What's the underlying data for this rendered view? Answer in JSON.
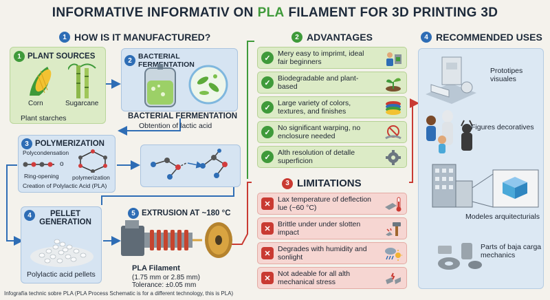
{
  "title": {
    "part1": "INFORMATIVE INFORMATIV ON",
    "highlight": "PLA",
    "part2": "FILAMENT FOR 3D PRINTING 3D"
  },
  "sections": {
    "manufacture": {
      "num": "1",
      "title": "HOW IS IT MANUFACTURED?"
    },
    "advantages": {
      "num": "2",
      "title": "ADVANTAGES"
    },
    "limitations": {
      "num": "3",
      "title": "LIMITATIONS"
    },
    "uses": {
      "num": "4",
      "title": "RECOMMENDED USES"
    }
  },
  "steps": {
    "plant": {
      "num": "1",
      "title": "PLANT SOURCES",
      "corn": "Corn",
      "sugarcane": "Sugarcane",
      "caption": "Plant starches"
    },
    "fermentation": {
      "num": "2",
      "title": "BACTERIAL FERMENTATION",
      "caption_title": "BACTERIAL FERMENTATION",
      "caption": "Obtention of lactic acid"
    },
    "polymerization": {
      "num": "3",
      "title": "POLYMERIZATION",
      "polycondensation": "Polycondensation",
      "o": "o",
      "ring_opening": "Ring-opening",
      "polymerization": "polymerization",
      "caption": "Creation of Polylactic Acid (PLA)"
    },
    "pellet": {
      "num": "4",
      "title_line1": "PELLET",
      "title_line2": "GENERATION",
      "caption": "Polylactic acid pellets"
    },
    "extrusion": {
      "num": "5",
      "title": "EXTRUSION AT ~180 °C",
      "filament_title": "PLA Filament",
      "diameter": "(1.75 mm or 2.85 mm)",
      "tolerance": "Tolerance:  ±0.05 mm"
    }
  },
  "advantages": [
    {
      "text": "Mery easy to imprimt, ideal fair beginners",
      "icon": "person-printer-icon"
    },
    {
      "text": "Biodegradable and plant-based",
      "icon": "sprout-icon"
    },
    {
      "text": "Large variety of colors, textures, and finishes",
      "icon": "filament-spools-icon"
    },
    {
      "text": "No significant warping, no enclosure needed",
      "icon": "no-warping-icon"
    },
    {
      "text": "Alth resolution of detalle superficion",
      "icon": "gear-icon"
    }
  ],
  "limitations": [
    {
      "text": "Lax temperature of deflection lue (~60 °C)",
      "icon": "thermometer-icon"
    },
    {
      "text": "Brittle under under slotten impact",
      "icon": "hammer-icon"
    },
    {
      "text": "Degrades with humidity and sonlight",
      "icon": "weather-icon"
    },
    {
      "text": "Not adeable for all alth mechanical stress",
      "icon": "broken-part-icon"
    }
  ],
  "uses": [
    {
      "text": "Prototipes visuales",
      "icon": "prototype-icon"
    },
    {
      "text": "Figures decoratives",
      "icon": "figures-icon"
    },
    {
      "text": "Modeles arquitecturials",
      "icon": "building-icon"
    },
    {
      "text": "Parts of baja carga mechanics",
      "icon": "mechanical-parts-icon"
    }
  ],
  "footer": "Infografía technic sobre PLA (PLA Process Schematic is for a different technology, this is PLA)",
  "colors": {
    "green": "#3f9a3a",
    "blue": "#2e6db5",
    "red": "#c93a32"
  }
}
